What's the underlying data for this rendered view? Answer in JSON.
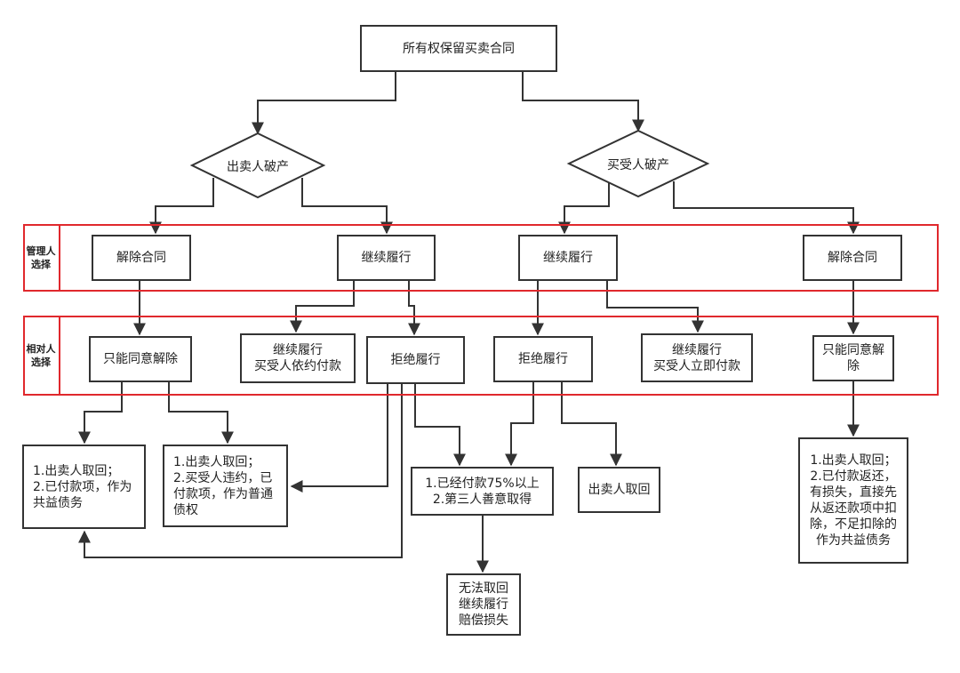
{
  "title": "所有权保留买卖合同",
  "branches": {
    "seller": "出卖人破产",
    "buyer": "买受人破产"
  },
  "rows": {
    "admin": "管理人\n选择",
    "counterparty": "相对人\n选择"
  },
  "nodes": {
    "s_cancel": "解除合同",
    "s_continue": "继续履行",
    "b_continue": "继续履行",
    "b_cancel": "解除合同",
    "s_only_agree": "只能同意解除",
    "s_cont_pay": "继续履行\n买受人依约付款",
    "s_refuse": "拒绝履行",
    "b_refuse": "拒绝履行",
    "b_cont_pay": "继续履行\n买受人立即付款",
    "b_only_agree": "只能同意解\n除",
    "r_seller_claim": "1.出卖人取回；\n2.已付款项，作为\n共益债务",
    "r_buyer_breach": "1.出卖人取回；\n2.买受人违约，已\n付款项，作为普通\n债权",
    "r_75": "1.已经付款75%以上\n2.第三人善意取得",
    "r_seller_retrieve": "出卖人取回",
    "r_no_retrieve": "无法取回\n继续履行\n赔偿损失",
    "r_buyer_side": "1.出卖人取回；\n2.已付款返还，\n有损失，直接先\n从返还款项中扣\n除，不足扣除的\n作为共益债务"
  },
  "colors": {
    "band": "#e0282d",
    "line": "#333333"
  }
}
